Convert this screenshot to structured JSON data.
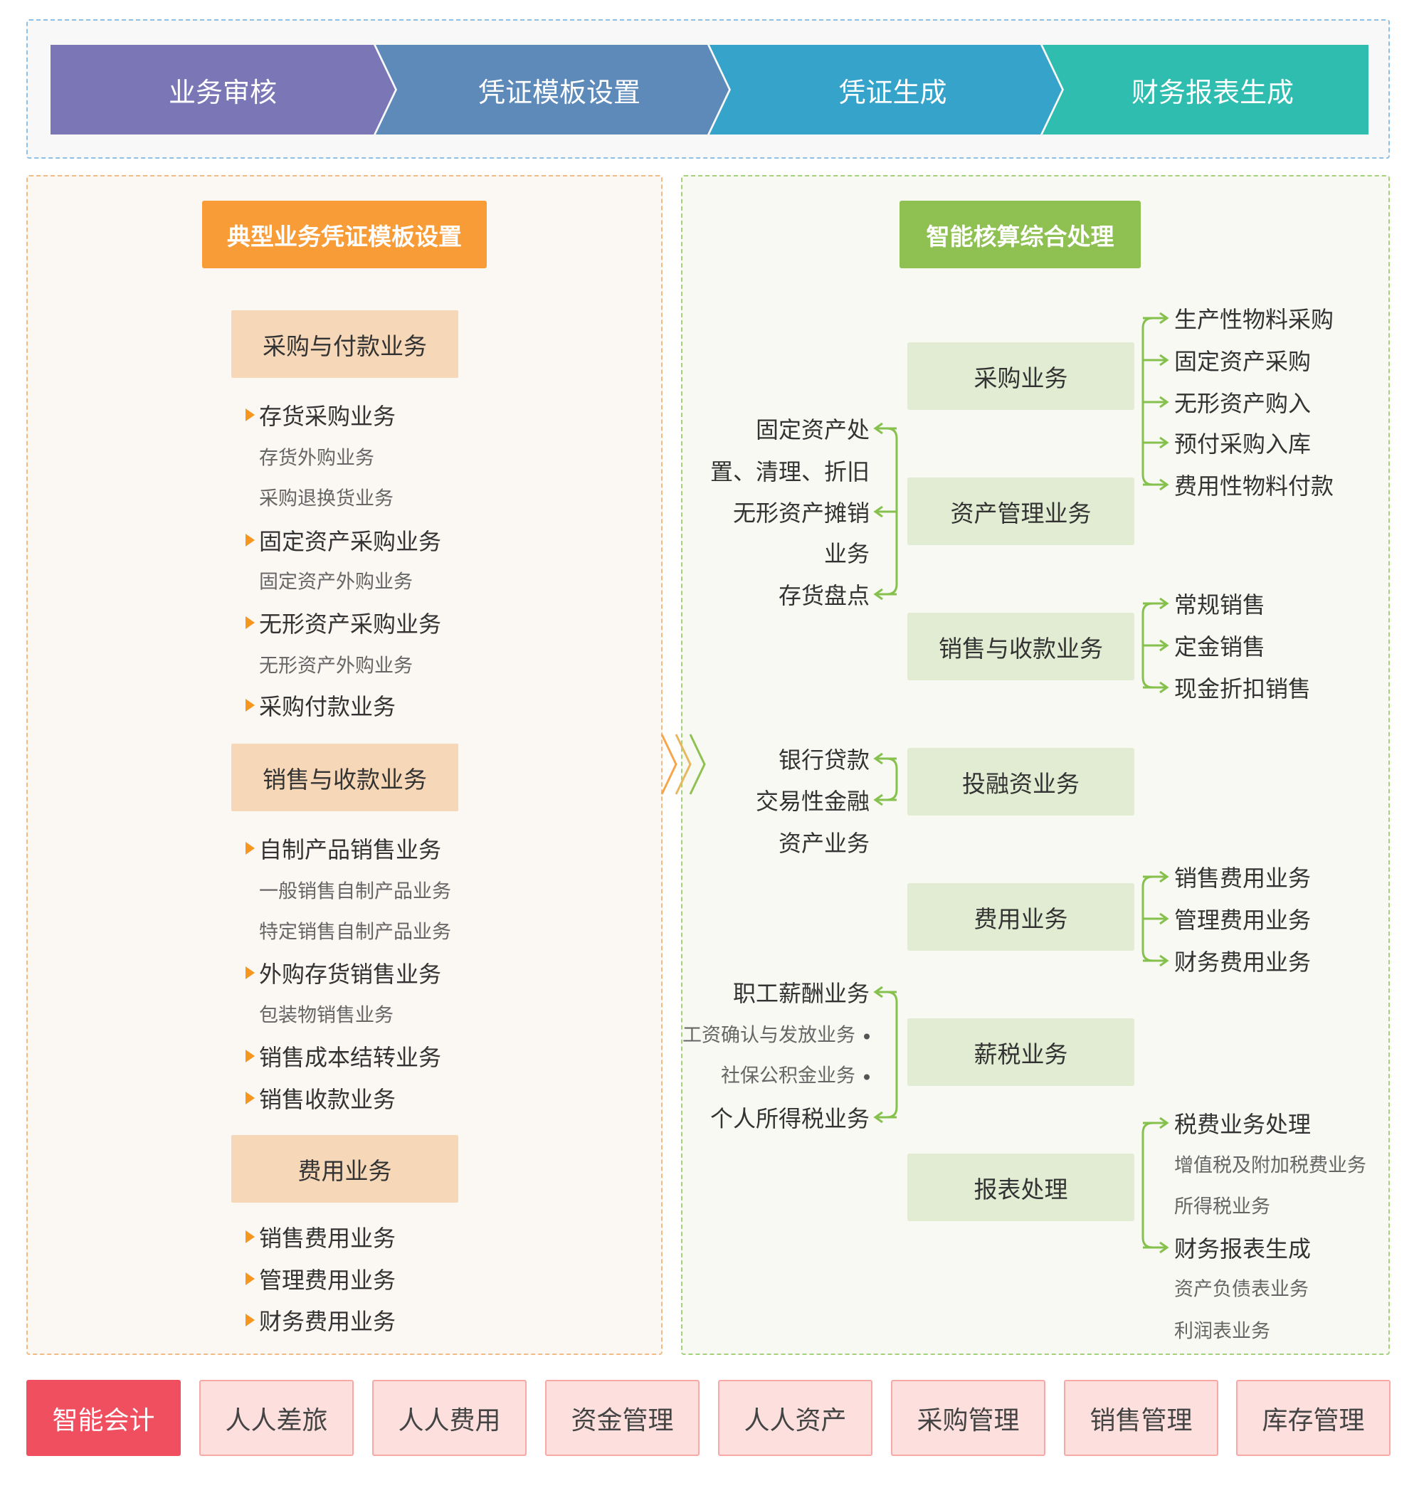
{
  "flow": [
    "业务审核",
    "凭证模板设置",
    "凭证生成",
    "财务报表生成"
  ],
  "flow_colors": [
    "#7b77b6",
    "#5e8aba",
    "#36a3cb",
    "#2fbdaf"
  ],
  "left": {
    "title": "典型业务凭证模板设置",
    "categories": [
      "采购与付款业务",
      "销售与收款业务",
      "费用业务"
    ],
    "items": [
      {
        "t": "存货采购业务",
        "k": "m"
      },
      {
        "t": "存货外购业务",
        "k": "s"
      },
      {
        "t": "采购退换货业务",
        "k": "s"
      },
      {
        "t": "固定资产采购业务",
        "k": "m"
      },
      {
        "t": "固定资产外购业务",
        "k": "s"
      },
      {
        "t": "无形资产采购业务",
        "k": "m"
      },
      {
        "t": "无形资产外购业务",
        "k": "s"
      },
      {
        "t": "采购付款业务",
        "k": "m"
      },
      {
        "t": "自制产品销售业务",
        "k": "m"
      },
      {
        "t": "一般销售自制产品业务",
        "k": "s"
      },
      {
        "t": "特定销售自制产品业务",
        "k": "s"
      },
      {
        "t": "外购存货销售业务",
        "k": "m"
      },
      {
        "t": "包装物销售业务",
        "k": "s"
      },
      {
        "t": "销售成本结转业务",
        "k": "m"
      },
      {
        "t": "销售收款业务",
        "k": "m"
      },
      {
        "t": "销售费用业务",
        "k": "m"
      },
      {
        "t": "管理费用业务",
        "k": "m"
      },
      {
        "t": "财务费用业务",
        "k": "m"
      }
    ]
  },
  "right": {
    "title": "智能核算综合处理",
    "boxes": [
      "采购业务",
      "资产管理业务",
      "销售与收款业务",
      "投融资业务",
      "费用业务",
      "薪税业务",
      "报表处理"
    ],
    "right_items": [
      {
        "t": "生产性物料采购",
        "k": "m"
      },
      {
        "t": "固定资产采购",
        "k": "m"
      },
      {
        "t": "无形资产购入",
        "k": "m"
      },
      {
        "t": "预付采购入库",
        "k": "m"
      },
      {
        "t": "费用性物料付款",
        "k": "m"
      },
      {
        "t": "常规销售",
        "k": "m"
      },
      {
        "t": "定金销售",
        "k": "m"
      },
      {
        "t": "现金折扣销售",
        "k": "m"
      },
      {
        "t": "销售费用业务",
        "k": "m"
      },
      {
        "t": "管理费用业务",
        "k": "m"
      },
      {
        "t": "财务费用业务",
        "k": "m"
      },
      {
        "t": "税费业务处理",
        "k": "m"
      },
      {
        "t": "增值税及附加税费业务",
        "k": "s"
      },
      {
        "t": "所得税业务",
        "k": "s"
      },
      {
        "t": "财务报表生成",
        "k": "m"
      },
      {
        "t": "资产负债表业务",
        "k": "s"
      },
      {
        "t": "利润表业务",
        "k": "s"
      }
    ],
    "left_items": [
      {
        "t": "固定资产处",
        "k": "m"
      },
      {
        "t": "置、清理、折旧",
        "k": "m"
      },
      {
        "t": "无形资产摊销",
        "k": "m"
      },
      {
        "t": "业务",
        "k": "m"
      },
      {
        "t": "存货盘点",
        "k": "m"
      },
      {
        "t": "银行贷款",
        "k": "m"
      },
      {
        "t": "交易性金融",
        "k": "m"
      },
      {
        "t": "资产业务",
        "k": "m"
      },
      {
        "t": "职工薪酬业务",
        "k": "m"
      },
      {
        "t": "工资确认与发放业务",
        "k": "s",
        "dot": true
      },
      {
        "t": "社保公积金业务",
        "k": "s",
        "dot": true
      },
      {
        "t": "个人所得税业务",
        "k": "m"
      }
    ]
  },
  "tabs": [
    "智能会计",
    "人人差旅",
    "人人费用",
    "资金管理",
    "人人资产",
    "采购管理",
    "销售管理",
    "库存管理"
  ],
  "active_tab": 0
}
